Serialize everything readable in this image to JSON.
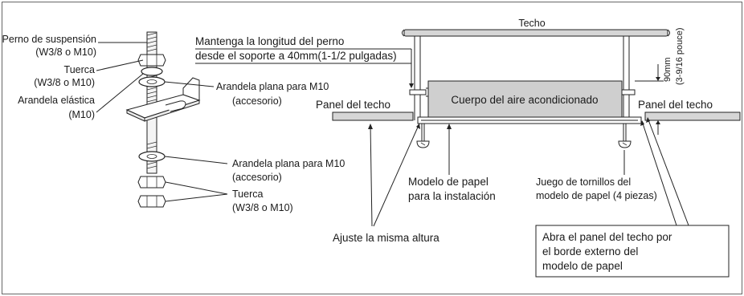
{
  "left": {
    "suspension_bolt": "Perno de suspensión",
    "suspension_bolt_spec": "(W3/8 o M10)",
    "nut_top": "Tuerca",
    "nut_top_spec": "(W3/8 o M10)",
    "spring_washer": "Arandela elástica",
    "spring_washer_spec": "(M10)",
    "flat_washer_top": "Arandela plana para M10",
    "flat_washer_top_note": "(accesorio)",
    "flat_washer_bottom": "Arandela plana para M10",
    "flat_washer_bottom_note": "(accesorio)",
    "nut_bottom": "Tuerca",
    "nut_bottom_spec": "(W3/8 o M10)"
  },
  "right": {
    "ceiling": "Techo",
    "bolt_length_line1": "Mantenga la longitud del perno",
    "bolt_length_line2": "desde el soporte a 40mm(1-1/2 pulgadas)",
    "dimension_mm": "90mm",
    "dimension_in": "(3-9/16 pouce)",
    "ceiling_panel_left": "Panel del techo",
    "ceiling_panel_right": "Panel del techo",
    "unit_body": "Cuerpo del aire acondicionado",
    "paper_model_line1": "Modelo de papel",
    "paper_model_line2": "para la instalación",
    "screw_set_line1": "Juego de tornillos del",
    "screw_set_line2": "modelo de papel (4 piezas)",
    "same_height": "Ajuste la misma altura",
    "note_line1": "Abra el panel del techo por",
    "note_line2": "el borde externo del",
    "note_line3": "modelo de papel"
  },
  "colors": {
    "unit_fill": "#cfcfcf",
    "ceiling_fill": "#d6d6d6",
    "line": "#222222"
  }
}
